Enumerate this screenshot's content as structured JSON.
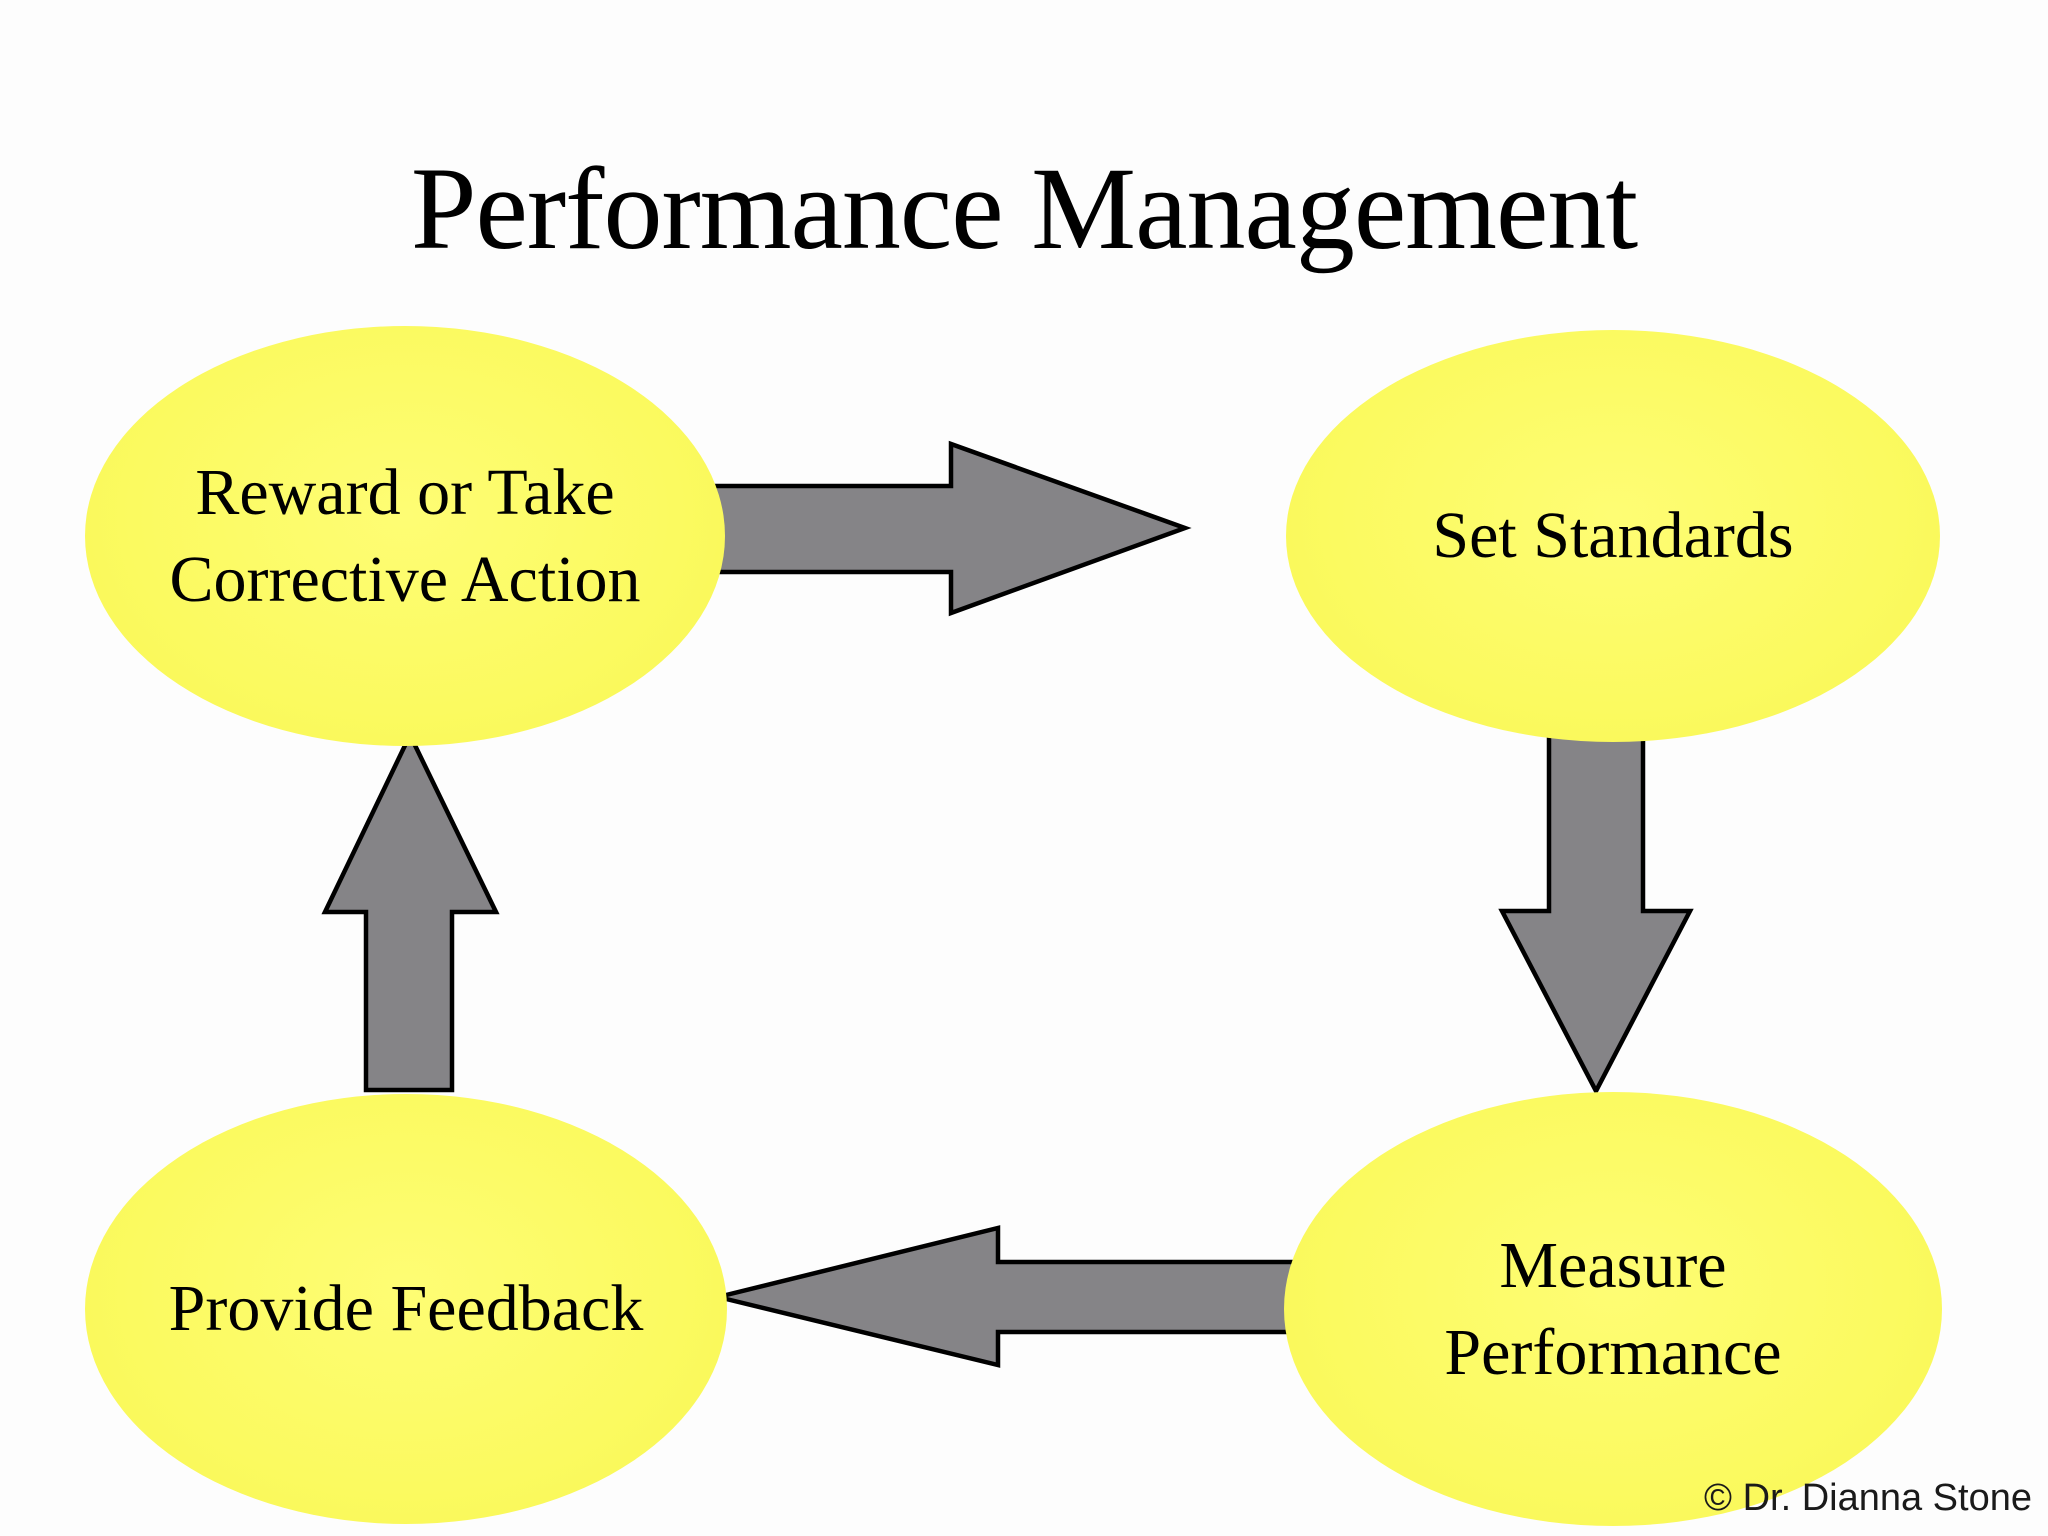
{
  "title": "Performance Management",
  "copyright": "© Dr. Dianna Stone",
  "diagram": {
    "type": "cycle",
    "nodes": [
      {
        "id": "reward",
        "label": "Reward or Take\nCorrective Action"
      },
      {
        "id": "standards",
        "label": "Set Standards"
      },
      {
        "id": "measure",
        "label": "Measure\nPerformance"
      },
      {
        "id": "feedback",
        "label": "Provide Feedback"
      }
    ],
    "connections": [
      {
        "from": "reward",
        "to": "standards",
        "direction": "right"
      },
      {
        "from": "standards",
        "to": "measure",
        "direction": "down"
      },
      {
        "from": "measure",
        "to": "feedback",
        "direction": "left"
      },
      {
        "from": "feedback",
        "to": "reward",
        "direction": "up"
      }
    ],
    "colors": {
      "node_fill": "#FBFA62",
      "arrow_fill": "#858487",
      "arrow_stroke": "#000000",
      "text": "#000000",
      "background": "#FDFDFD"
    }
  }
}
